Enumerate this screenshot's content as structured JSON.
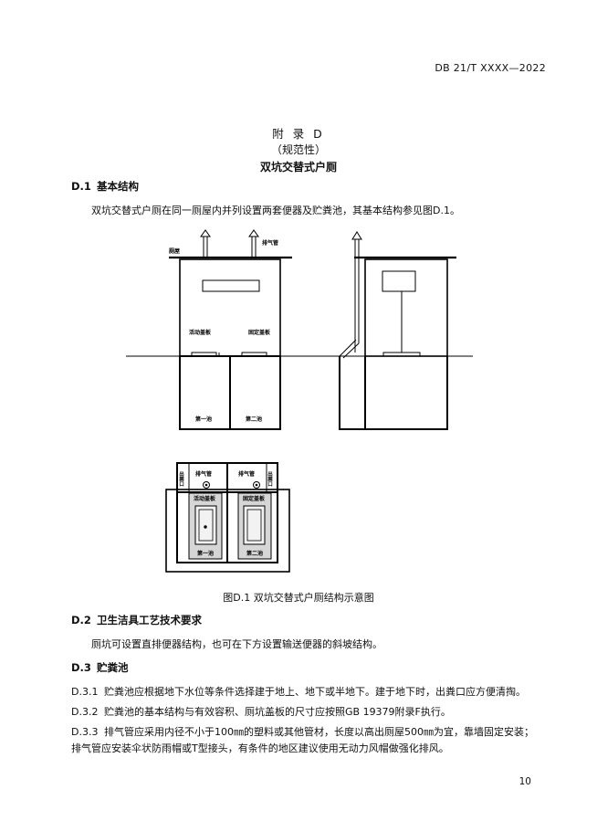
{
  "header": {
    "doc_code": "DB 21/T XXXX—2022"
  },
  "appendix": {
    "title": "附 录 D",
    "type": "（规范性）",
    "name": "双坑交替式户厕"
  },
  "sections": {
    "d1": {
      "number": "D.1",
      "title": "基本结构",
      "text": "双坑交替式户厕在同一厕屋内并列设置两套便器及贮粪池，其基本结构参见图D.1。"
    },
    "d2": {
      "number": "D.2",
      "title": "卫生洁具工艺技术要求",
      "text": "厕坑可设置直排便器结构，也可在下方设置输送便器的斜坡结构。"
    },
    "d3": {
      "number": "D.3",
      "title": "贮粪池",
      "clauses": [
        {
          "number": "D.3.1",
          "text": "贮粪池应根据地下水位等条件选择建于地上、地下或半地下。建于地下时，出粪口应方便清掏。"
        },
        {
          "number": "D.3.2",
          "text": "贮粪池的基本结构与有效容积、厕坑盖板的尺寸应按照GB 19379附录F执行。"
        },
        {
          "number": "D.3.3",
          "text": "排气管应采用内径不小于100㎜的塑料或其他管材，长度以高出厕屋500㎜为宜，靠墙固定安装；",
          "text2": "排气管应安装伞状防雨帽或T型接头，有条件的地区建议使用无动力风帽做强化排风。"
        }
      ]
    }
  },
  "figure": {
    "caption": "图D.1 双坑交替式户厕结构示意图",
    "labels": {
      "roof": "厕屋",
      "vent_pipe": "排气管",
      "movable_cover": "活动盖板",
      "fixed_cover": "固定盖板",
      "pit1": "第一池",
      "pit2": "第二池",
      "outlet_left": "出粪口",
      "outlet_right": "出粪口",
      "plan_vent_left": "排气管",
      "plan_vent_right": "排气管",
      "plan_movable": "活动盖板",
      "plan_fixed": "固定盖板",
      "plan_pit1": "第一池",
      "plan_pit2": "第二池"
    }
  },
  "footer": {
    "page_number": "10"
  }
}
